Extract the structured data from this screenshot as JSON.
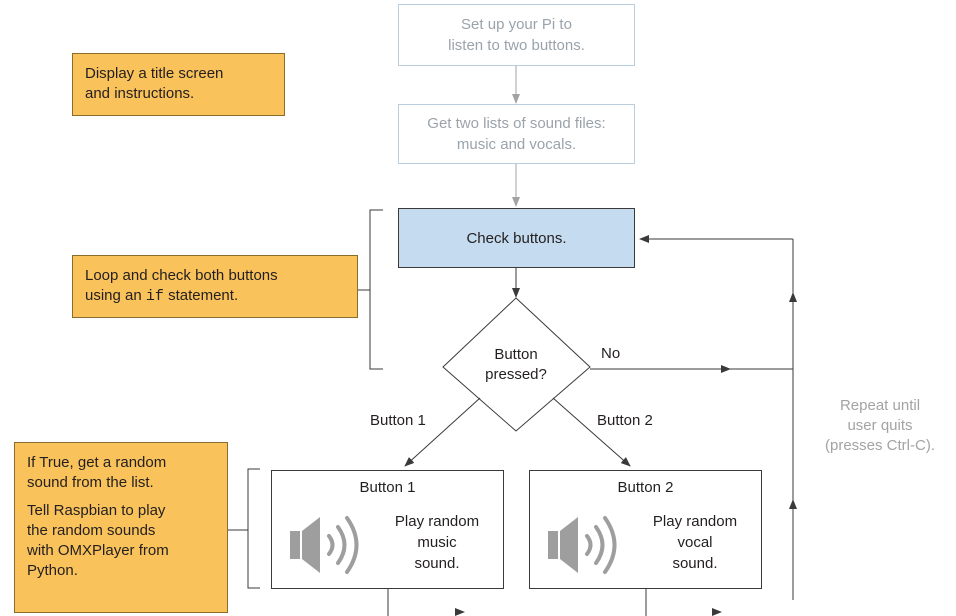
{
  "steps": {
    "setup": [
      "Set up your Pi to",
      "listen to two buttons."
    ],
    "lists": [
      "Get two lists of sound files:",
      "music and vocals."
    ],
    "check": "Check buttons.",
    "decision": [
      "Button",
      "pressed?"
    ]
  },
  "edges": {
    "no": "No",
    "button1": "Button 1",
    "button2": "Button 2"
  },
  "actions": {
    "button1": {
      "title": "Button 1",
      "desc": [
        "Play random",
        "music",
        "sound."
      ]
    },
    "button2": {
      "title": "Button 2",
      "desc": [
        "Play random",
        "vocal",
        "sound."
      ]
    }
  },
  "notes": {
    "title_screen": [
      "Display a title screen",
      "and instructions."
    ],
    "loop": {
      "line1": "Loop and check both buttons",
      "line2_pre": "using an ",
      "line2_code": "if",
      "line2_post": " statement."
    },
    "random": {
      "p1": [
        "If True, get a random",
        "sound from the list."
      ],
      "p2": [
        "Tell Raspbian to play",
        "the random sounds",
        "with OMXPlayer from",
        "Python."
      ]
    }
  },
  "repeat_label": [
    "Repeat until",
    "user quits",
    "(presses Ctrl-C)."
  ],
  "colors": {
    "note_fill": "#f9c25b",
    "active_fill": "#c5dbef",
    "faded_border": "#b9cfe0",
    "faded_text": "#9aa3ab",
    "line": "#3a3a3a"
  }
}
